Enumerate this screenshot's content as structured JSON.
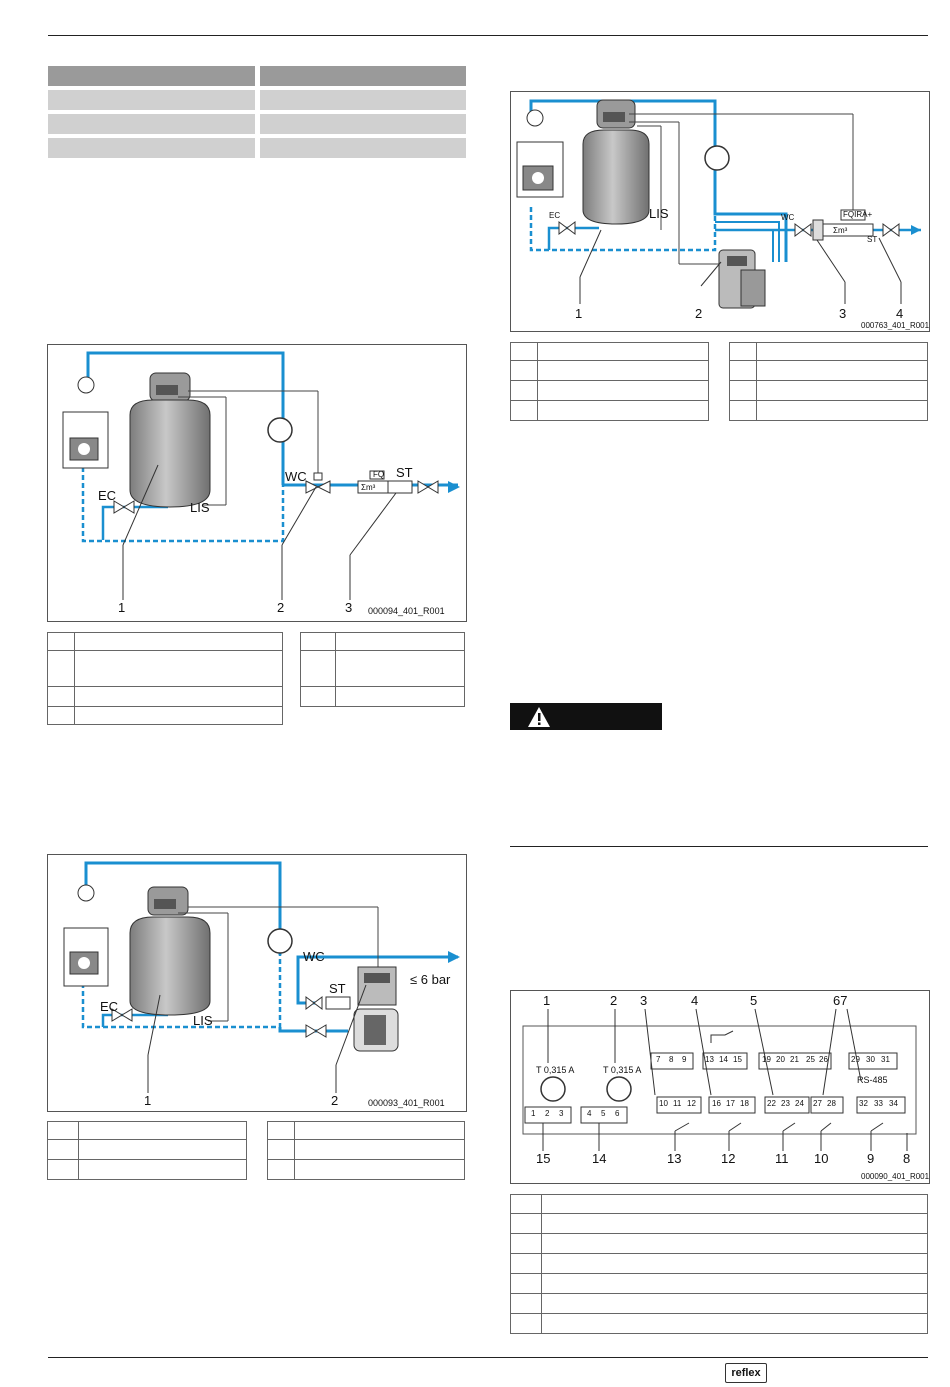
{
  "fig1": {
    "callouts": [
      "1",
      "2",
      "3"
    ],
    "labels": {
      "ec": "EC",
      "lis": "LIS",
      "wc": "WC",
      "st": "ST",
      "fq": "FQ",
      "m3": "Σm³"
    },
    "ref": "000094_401_R001"
  },
  "fig2": {
    "callouts": [
      "1",
      "2"
    ],
    "labels": {
      "ec": "EC",
      "lis": "LIS",
      "wc": "WC",
      "st": "ST",
      "pressure": "≤ 6 bar"
    },
    "ref": "000093_401_R001"
  },
  "fig3": {
    "callouts": [
      "1",
      "2",
      "3",
      "4"
    ],
    "labels": {
      "ec": "EC",
      "lis": "LIS",
      "wc": "WC",
      "st": "ST",
      "fqira": "FQIRA+",
      "m3": "Σm³"
    },
    "ref": "000763_401_R001"
  },
  "fig4": {
    "top_callouts": [
      "1",
      "2",
      "3",
      "4",
      "5",
      "67"
    ],
    "bottom_callouts": [
      "15",
      "14",
      "13",
      "12",
      "11",
      "10",
      "9",
      "8"
    ],
    "fuse1": "T 0,315 A",
    "fuse2": "T 0,315 A",
    "rs485": "RS-485",
    "upper_terminals": [
      "7",
      "8",
      "9",
      "13",
      "14",
      "15",
      "19",
      "20",
      "21",
      "25",
      "26",
      "29",
      "30",
      "31"
    ],
    "lower_terminals": [
      "1",
      "2",
      "3",
      "4",
      "5",
      "6",
      "10",
      "11",
      "12",
      "16",
      "17",
      "18",
      "22",
      "23",
      "24",
      "27",
      "28",
      "32",
      "33",
      "34"
    ],
    "ref": "000090_401_R001"
  },
  "footer": {
    "logo": "reflex"
  },
  "colors": {
    "pipe_blue": "#1a8fd0",
    "vessel_grey": "#8c8c8c",
    "warning_black": "#111111"
  }
}
